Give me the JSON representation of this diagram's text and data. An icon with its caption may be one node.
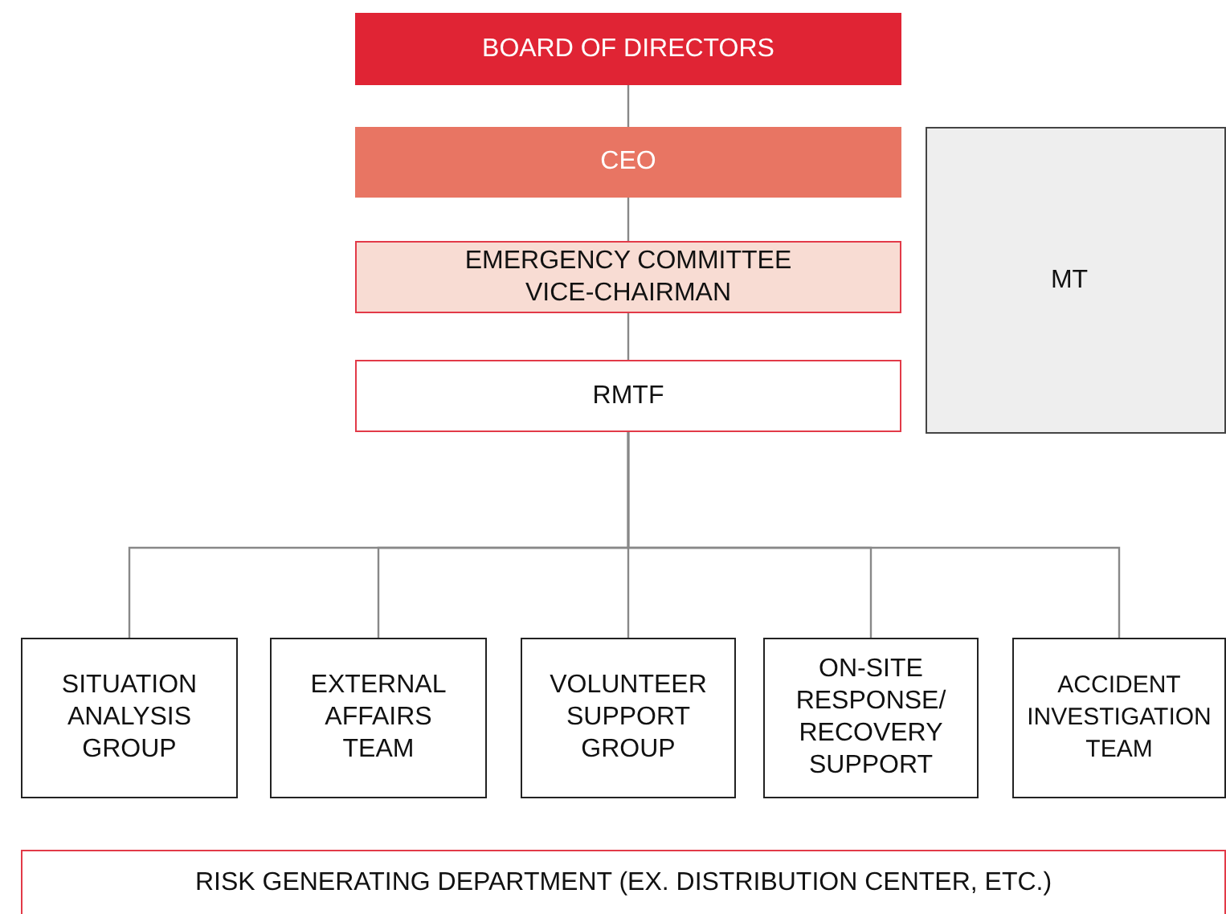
{
  "diagram": {
    "nodes": [
      {
        "text": [
          "BOARD OF DIRECTORS"
        ]
      },
      {
        "text": [
          "CEO"
        ]
      },
      {
        "text": [
          "EMERGENCY COMMITTEE VICE-CHAIRMAN"
        ]
      },
      {
        "text": [
          "RMTF"
        ]
      },
      {
        "text": [
          "MT"
        ]
      },
      {
        "text": [
          "SITUATION ANALYSIS GROUP"
        ]
      },
      {
        "text": [
          "EXTERNAL AFFAIRS TEAM"
        ]
      },
      {
        "text": [
          "VOLUNTEER SUPPORT GROUP"
        ]
      },
      {
        "text": [
          "ON-SITE RESPONSE/ RECOVERY SUPPORT"
        ]
      },
      {
        "text": [
          "ACCIDENT INVESTIGATION TEAM"
        ]
      },
      {
        "text": [
          "RISK GENERATING DEPARTMENT (EX. DISTRIBUTION CENTER, ETC.)"
        ]
      }
    ],
    "edges": [
      {
        "from": 0,
        "to": 1,
        "arrow": "none"
      },
      {
        "from": 1,
        "to": 2,
        "arrow": "none"
      },
      {
        "from": 2,
        "to": 3,
        "arrow": "none"
      },
      {
        "from": 3,
        "to": 5,
        "arrow": "none"
      },
      {
        "from": 3,
        "to": 6,
        "arrow": "none"
      },
      {
        "from": 3,
        "to": 7,
        "arrow": "none"
      },
      {
        "from": 3,
        "to": 8,
        "arrow": "none"
      },
      {
        "from": 3,
        "to": 9,
        "arrow": "none"
      }
    ]
  }
}
